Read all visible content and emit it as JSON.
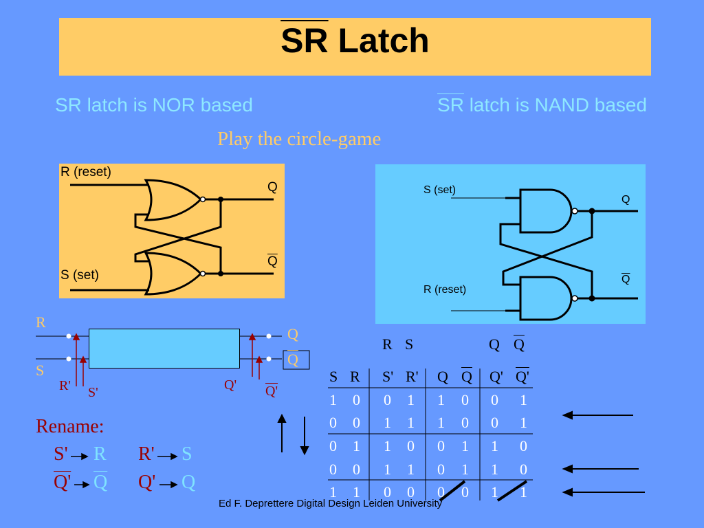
{
  "title": {
    "s": "S",
    "r": "R",
    "rest": " Latch"
  },
  "subtitles": {
    "nor": "SR latch is NOR based",
    "nand_s": "S",
    "nand_r": "R",
    "nand_rest": " latch is NAND based"
  },
  "circle_game": "Play the circle-game",
  "nor_circuit": {
    "r_label": "R (reset)",
    "s_label": "S (set)",
    "q_label": "Q",
    "qbar_label": "Q"
  },
  "nand_circuit": {
    "s_label": "S (set)",
    "r_label": "R (reset)",
    "q_label": "Q",
    "qbar_label": "Q"
  },
  "block": {
    "r": "R",
    "s": "S",
    "q": "Q",
    "qbar": "Q",
    "r_prime": "R'",
    "s_prime": "S'",
    "q_prime": "Q'",
    "qbar_prime": "Q'"
  },
  "rename": {
    "heading": "Rename:",
    "row1": {
      "a": "S'",
      "b": "R",
      "c": "R'",
      "d": "S"
    },
    "row2": {
      "a": "Q'",
      "b": "Q",
      "c": "Q'",
      "d": "Q"
    }
  },
  "table": {
    "top_labels": {
      "r": "R",
      "s": "S",
      "q": "Q",
      "qbar": "Q"
    },
    "headers": [
      "S",
      "R",
      "S'",
      "R'",
      "Q",
      "Q",
      "Q'",
      "Q'"
    ],
    "rows": [
      [
        "1",
        "0",
        "0",
        "1",
        "1",
        "0",
        "0",
        "1"
      ],
      [
        "0",
        "0",
        "1",
        "1",
        "1",
        "0",
        "0",
        "1"
      ],
      [
        "0",
        "1",
        "1",
        "0",
        "0",
        "1",
        "1",
        "0"
      ],
      [
        "0",
        "0",
        "1",
        "1",
        "0",
        "1",
        "1",
        "0"
      ],
      [
        "1",
        "1",
        "0",
        "0",
        "0",
        "0",
        "1",
        "1"
      ]
    ]
  },
  "footer": "Ed F. Deprettere  Digital Design  Leiden University",
  "colors": {
    "background": "#6699ff",
    "title_bar": "#ffcc66",
    "nand_panel": "#66ccff",
    "accent_cyan": "#8ee8ff",
    "dark_red": "#990000"
  }
}
